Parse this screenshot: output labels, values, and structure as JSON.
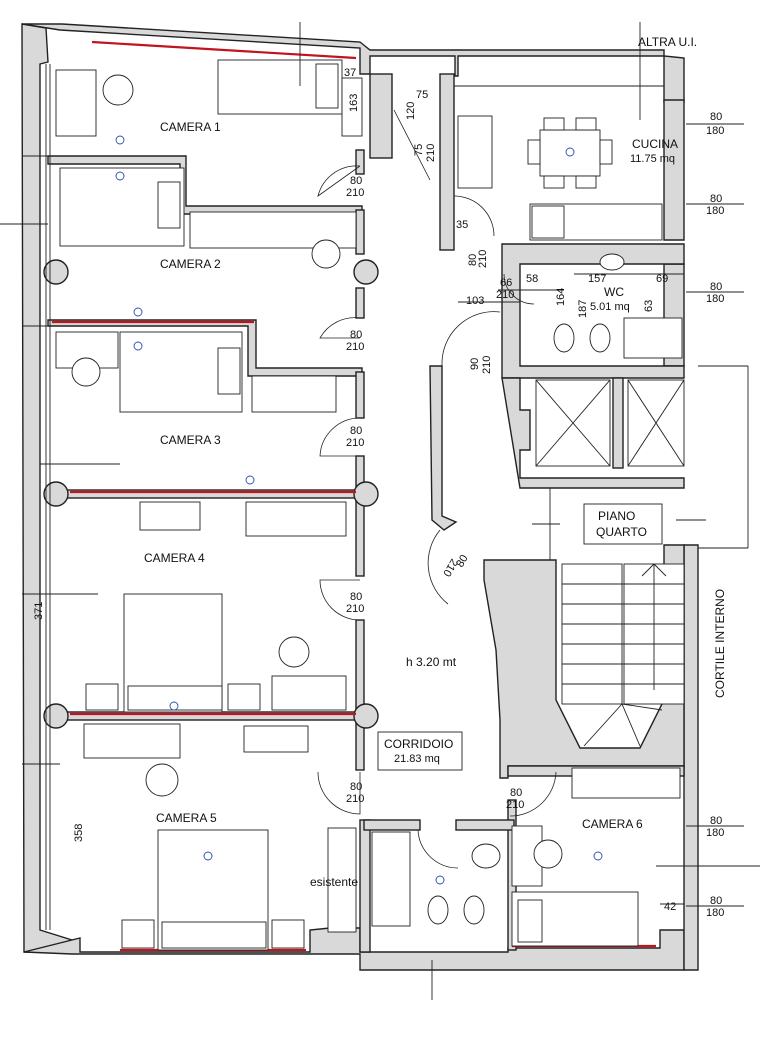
{
  "rooms": {
    "camera1": "CAMERA 1",
    "camera2": "CAMERA 2",
    "camera3": "CAMERA 3",
    "camera4": "CAMERA 4",
    "camera5": "CAMERA 5",
    "camera6": "CAMERA 6",
    "cucina": "CUCINA",
    "cucina_area": "11.75 mq",
    "wc": "WC",
    "wc_area": "5.01 mq",
    "corridoio": "CORRIDOIO",
    "corridoio_area": "21.83 mq"
  },
  "labels": {
    "altra_ui": "ALTRA U.I.",
    "piano_line1": "PIANO",
    "piano_line2": "QUARTO",
    "cortile": "CORTILE INTERNO",
    "height": "h 3.20 mt",
    "esistente": "esistente"
  },
  "dims": {
    "d37": "37",
    "d163": "163",
    "d75": "75",
    "d120": "120",
    "d75b": "75",
    "d210a": "210",
    "c1_w": "80",
    "c1_h": "210",
    "c2_w": "80",
    "c2_h": "210",
    "c3_w": "80",
    "c3_h": "210",
    "c4_w": "80",
    "c4_h": "210",
    "c5_w": "80",
    "c5_h": "210",
    "corr_w": "80",
    "corr_h": "210",
    "wc_door_w": "66",
    "wc_door_h": "210",
    "d35": "35",
    "d80v": "80",
    "d210v": "210",
    "d58": "58",
    "d103": "103",
    "d164": "164",
    "d187": "187",
    "d157": "157",
    "d69": "69",
    "d63": "63",
    "d90": "90",
    "d210c": "210",
    "diag_80": "80",
    "diag_210": "210",
    "win1_w": "80",
    "win1_h": "180",
    "win2_w": "80",
    "win2_h": "180",
    "win3_w": "80",
    "win3_h": "180",
    "win4_w": "80",
    "win4_h": "180",
    "win5_w": "80",
    "win5_h": "180",
    "d371": "371",
    "d358": "358",
    "d42": "42"
  }
}
